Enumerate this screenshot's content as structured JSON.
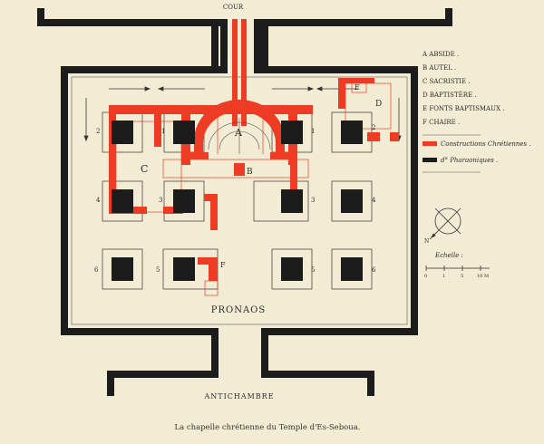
{
  "labels": {
    "top": "COUR",
    "pronaos": "PRONAOS",
    "bottom": "ANTICHAMBRE",
    "A": "A",
    "B": "B",
    "C": "C",
    "D": "D",
    "E": "E",
    "F": "F"
  },
  "pillar_numbers": [
    "1",
    "2",
    "1",
    "2",
    "3",
    "4",
    "3",
    "4",
    "5",
    "6",
    "5",
    "6"
  ],
  "legend": {
    "items": [
      "A  ABSIDE .",
      "B  AUTEL .",
      "C  SACRISTIE .",
      "D  BAPTISTÈRE .",
      "E  FONTS BAPTISMAUX .",
      "F  CHAIRE ."
    ],
    "christian": "Constructions Chrétiennes .",
    "pharaonic": "d°   Pharaoniques ."
  },
  "scale": {
    "title": "Echelle :",
    "ticks": [
      "0",
      "1",
      "5",
      "10 M"
    ]
  },
  "caption": "La chapelle chrétienne du Temple d'Es-Seboua.",
  "colors": {
    "background": "#f3ecd4",
    "pharaonic": "#1c1c1c",
    "christian": "#ee3b24"
  }
}
